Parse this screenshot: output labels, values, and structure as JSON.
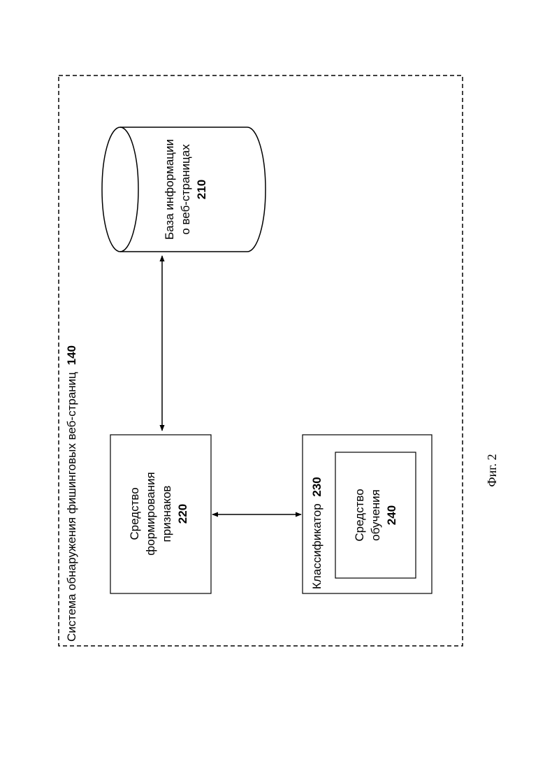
{
  "system": {
    "label": "Система обнаружения фишинговых веб-страниц",
    "number": "140"
  },
  "database": {
    "line1": "База информации",
    "line2": "о веб-страницах",
    "number": "210"
  },
  "feature_tool": {
    "line1": "Средство",
    "line2": "формирования",
    "line3": "признаков",
    "number": "220"
  },
  "classifier": {
    "label": "Классификатор",
    "number": "230"
  },
  "training_tool": {
    "line1": "Средство",
    "line2": "обучения",
    "number": "240"
  },
  "caption": "Фиг. 2"
}
